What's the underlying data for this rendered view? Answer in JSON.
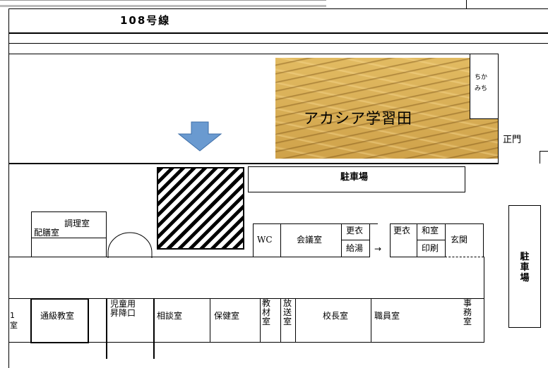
{
  "road": {
    "label": "108号線"
  },
  "field": {
    "label": "アカシア学習田",
    "color": "#d7ad52"
  },
  "shortcut": {
    "label": "ちか\nみち"
  },
  "main_gate": {
    "label": "正門"
  },
  "parking_top": {
    "label": "駐車場"
  },
  "parking_side": {
    "label": "駐車場"
  },
  "arrow": {
    "color": "#6a9ad0",
    "icon": "arrow-down-icon"
  },
  "rooms": {
    "cooking": "調理室",
    "serving": "配膳室",
    "wc": "WC",
    "meeting": "会議室",
    "changing1": "更衣",
    "kyutou": "給湯",
    "changing2": "更衣",
    "japanese": "和室",
    "printing": "印刷",
    "entrance": "玄関",
    "class1": "1\n室",
    "tsukyu": "通級教室",
    "student_entrance": "児童用\n昇降口",
    "counseling": "相談室",
    "health": "保健室",
    "materials": "教材室",
    "broadcast": "放送室",
    "principal": "校長室",
    "staff": "職員室",
    "office": "事務室"
  },
  "hall_arrow": "→"
}
